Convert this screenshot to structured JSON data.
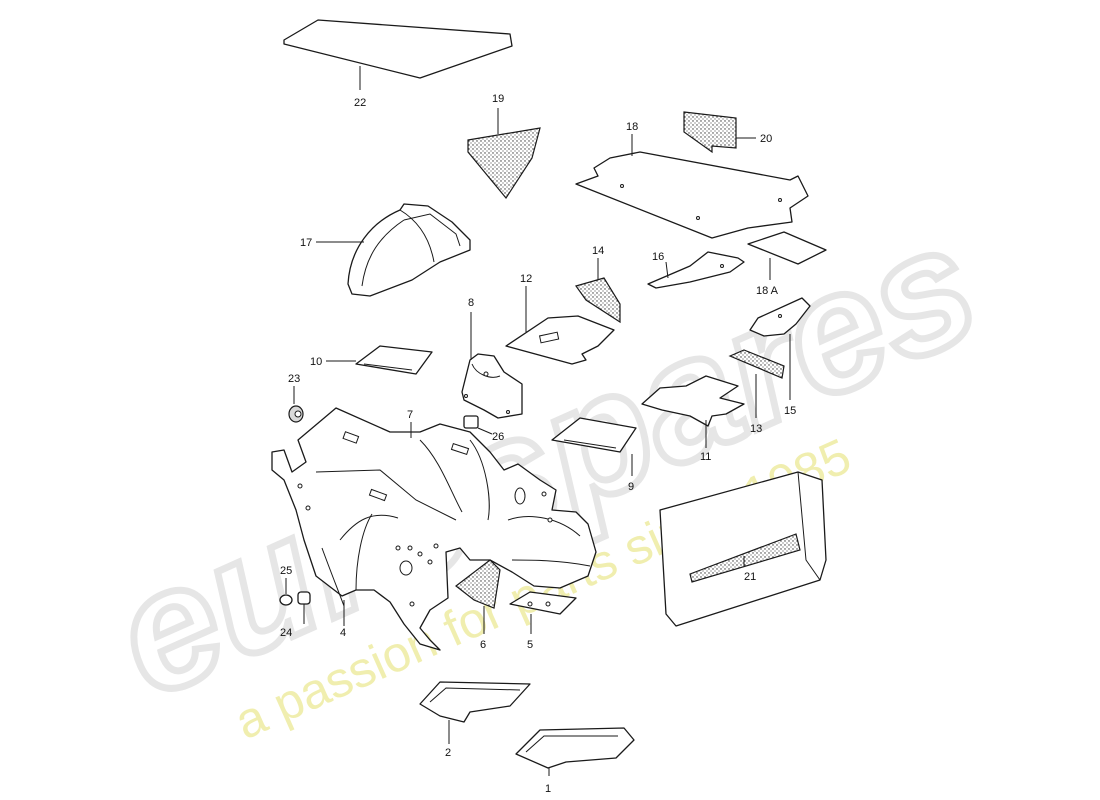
{
  "watermark": {
    "logo_text": "eurospares",
    "tagline": "a passion for parts since 1985",
    "tagline_color": "#eeeca2",
    "logo_color": "#e6e6e6"
  },
  "callouts": {
    "c1": "1",
    "c2": "2",
    "c4": "4",
    "c5": "5",
    "c6": "6",
    "c7": "7",
    "c8": "8",
    "c9": "9",
    "c10": "10",
    "c11": "11",
    "c12": "12",
    "c13": "13",
    "c14": "14",
    "c15": "15",
    "c16": "16",
    "c17": "17",
    "c18": "18",
    "c18a": "18 A",
    "c19": "19",
    "c20": "20",
    "c21": "21",
    "c22": "22",
    "c23": "23",
    "c24": "24",
    "c25": "25",
    "c26": "26"
  }
}
